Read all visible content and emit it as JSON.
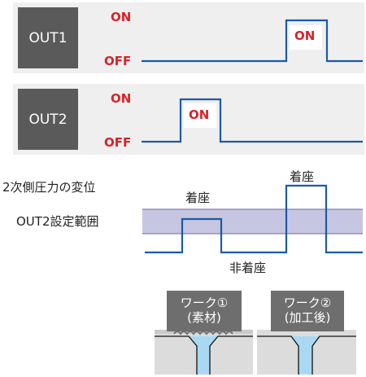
{
  "out1": {
    "name": "OUT1",
    "on": "ON",
    "off": "OFF",
    "pulse_label": "ON"
  },
  "out2": {
    "name": "OUT2",
    "on": "ON",
    "off": "OFF",
    "pulse_label": "ON"
  },
  "pressure": {
    "title": "2次側圧力の変位",
    "range_label": "OUT2設定範囲",
    "seated_left": "着座",
    "seated_right": "着座",
    "unseated": "非着座"
  },
  "works": [
    {
      "line1": "ワーク①",
      "line2": "(素材)"
    },
    {
      "line1": "ワーク②",
      "line2": "(加工後)"
    }
  ],
  "colors": {
    "signal": "#1c5aa6",
    "label_red": "#d8222a",
    "band": "#c7c6e2",
    "fluid": "#a9d9f2"
  }
}
